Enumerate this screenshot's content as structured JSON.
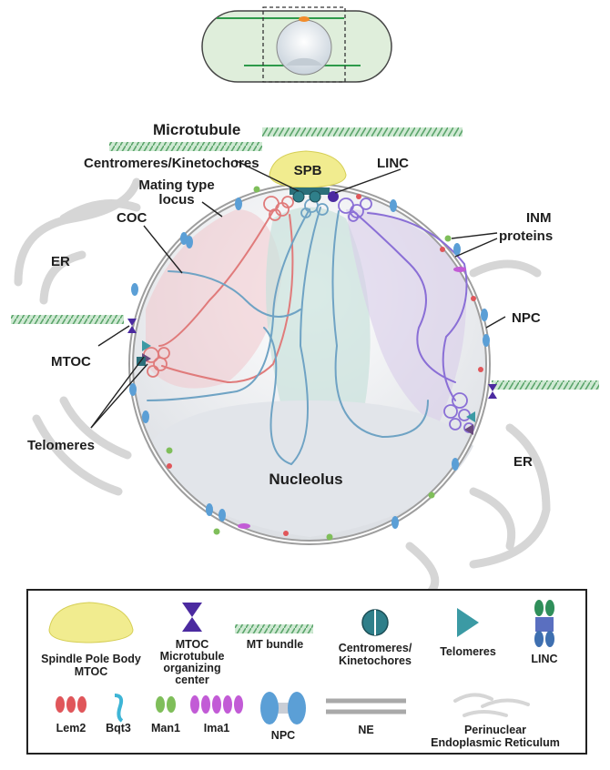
{
  "labels": {
    "microtubule": "Microtubule",
    "centromeres_kinetochores": "Centromeres/Kinetochores",
    "spb": "SPB",
    "linc": "LINC",
    "mating_type_1": "Mating type",
    "mating_type_2": "locus",
    "coc": "COC",
    "inm_1": "INM",
    "inm_2": "proteins",
    "er_left": "ER",
    "er_right": "ER",
    "npc": "NPC",
    "mtoc": "MTOC",
    "telomeres": "Telomeres",
    "nucleolus": "Nucleolus"
  },
  "legend": {
    "spb_1": "Spindle Pole Body",
    "spb_2": "MTOC",
    "mtoc_1": "MTOC",
    "mtoc_2": "Microtubule",
    "mtoc_3": "organizing",
    "mtoc_4": "center",
    "mt_bundle": "MT bundle",
    "cen_1": "Centromeres/",
    "cen_2": "Kinetochores",
    "telomeres": "Telomeres",
    "linc": "LINC",
    "lem2": "Lem2",
    "bqt3": "Bqt3",
    "man1": "Man1",
    "ima1": "Ima1",
    "npc": "NPC",
    "ne": "NE",
    "er_1": "Perinuclear",
    "er_2": "Endoplasmic Reticulum"
  },
  "colors": {
    "spb": "#f1ec8f",
    "microtubule": "#7fbf8b",
    "red_chromosome": "#e07b7b",
    "blue_chromosome": "#6fa3c4",
    "purple_chromosome": "#8a6fd6",
    "mtoc": "#4b2aa0",
    "lem2": "#e0565a",
    "bqt3": "#3eb5d6",
    "man1": "#7fbe5a",
    "ima1": "#c25bd6",
    "npc": "#5b9fd6",
    "ne": "#a9a9a9",
    "telomere": "#3b9aa4"
  }
}
